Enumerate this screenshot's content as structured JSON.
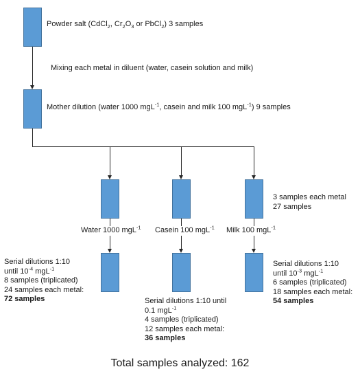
{
  "step1": {
    "pre": "Powder salt (CdCl",
    "s1": "2",
    "m1": ", Cr",
    "s2": "2",
    "m2": "O",
    "s3": "3",
    "m3": " or PbCl",
    "s4": "2",
    "post": ") 3 samples"
  },
  "mixing": "Mixing each metal in diluent (water, casein solution and milk)",
  "mother": {
    "pre": "Mother dilution (water 1000 mgL",
    "sup1": "-1",
    "mid": ", casein and milk 100 mgL",
    "sup2": "-1",
    "post": ") 9 samples"
  },
  "side_note": {
    "line1": "3 samples each metal",
    "line2": "27 samples"
  },
  "water_label": {
    "text": "Water 1000 mgL",
    "sup": "-1"
  },
  "casein_label": {
    "text": "Casein 100 mgL",
    "sup": "-1"
  },
  "milk_label": {
    "text": "Milk 100 mgL",
    "sup": "-1"
  },
  "water_serial": {
    "line1": "Serial dilutions 1:10",
    "line2_pre": "until 10",
    "line2_sup": "-4",
    "line2_post": " mgL",
    "line2_sup2": "-1",
    "line3": "8 samples (triplicated)",
    "line4": "24 samples each metal:",
    "line5": "72 samples"
  },
  "casein_serial": {
    "line1": "Serial dilutions 1:10 until",
    "line2_pre": "0.1 mgL",
    "line2_sup": "-1",
    "line3": "4 samples (triplicated)",
    "line4": "12 samples each metal:",
    "line5": "36 samples"
  },
  "milk_serial": {
    "line1": "Serial dilutions 1:10",
    "line2_pre": "until 10",
    "line2_sup": "-3",
    "line2_post": " mgL",
    "line2_sup2": "-1",
    "line3": "6 samples (triplicated)",
    "line4": "18 samples each metal:",
    "line5": "54 samples"
  },
  "total": "Total samples analyzed: 162"
}
